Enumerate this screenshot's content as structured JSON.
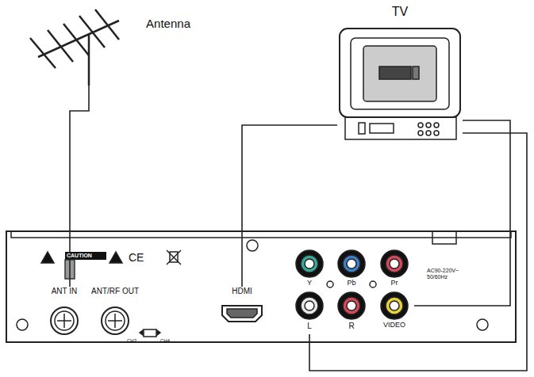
{
  "diagram": {
    "nodes": [
      {
        "text": [
          "Antenna"
        ]
      },
      {
        "text": [
          "TV"
        ]
      },
      {
        "text": [
          "ANT IN"
        ]
      },
      {
        "text": [
          "ANT/RF OUT"
        ]
      },
      {
        "text": [
          "HDMI"
        ]
      },
      {
        "text": [
          "Y"
        ]
      },
      {
        "text": [
          "Pb"
        ]
      },
      {
        "text": [
          "Pr"
        ]
      },
      {
        "text": [
          "L"
        ]
      },
      {
        "text": [
          "R"
        ]
      },
      {
        "text": [
          "VIDEO"
        ]
      }
    ],
    "edges": [
      {
        "from": 0,
        "to": 2,
        "arrow": "none"
      },
      {
        "from": 4,
        "to": 1,
        "arrow": "none"
      },
      {
        "from": 8,
        "to": 1,
        "arrow": "none"
      },
      {
        "from": 10,
        "to": 1,
        "arrow": "none"
      }
    ],
    "labels": [
      "CAUTION",
      "CE",
      "CH3",
      "CH4",
      "AC90-220V~ 50/60Hz"
    ]
  }
}
